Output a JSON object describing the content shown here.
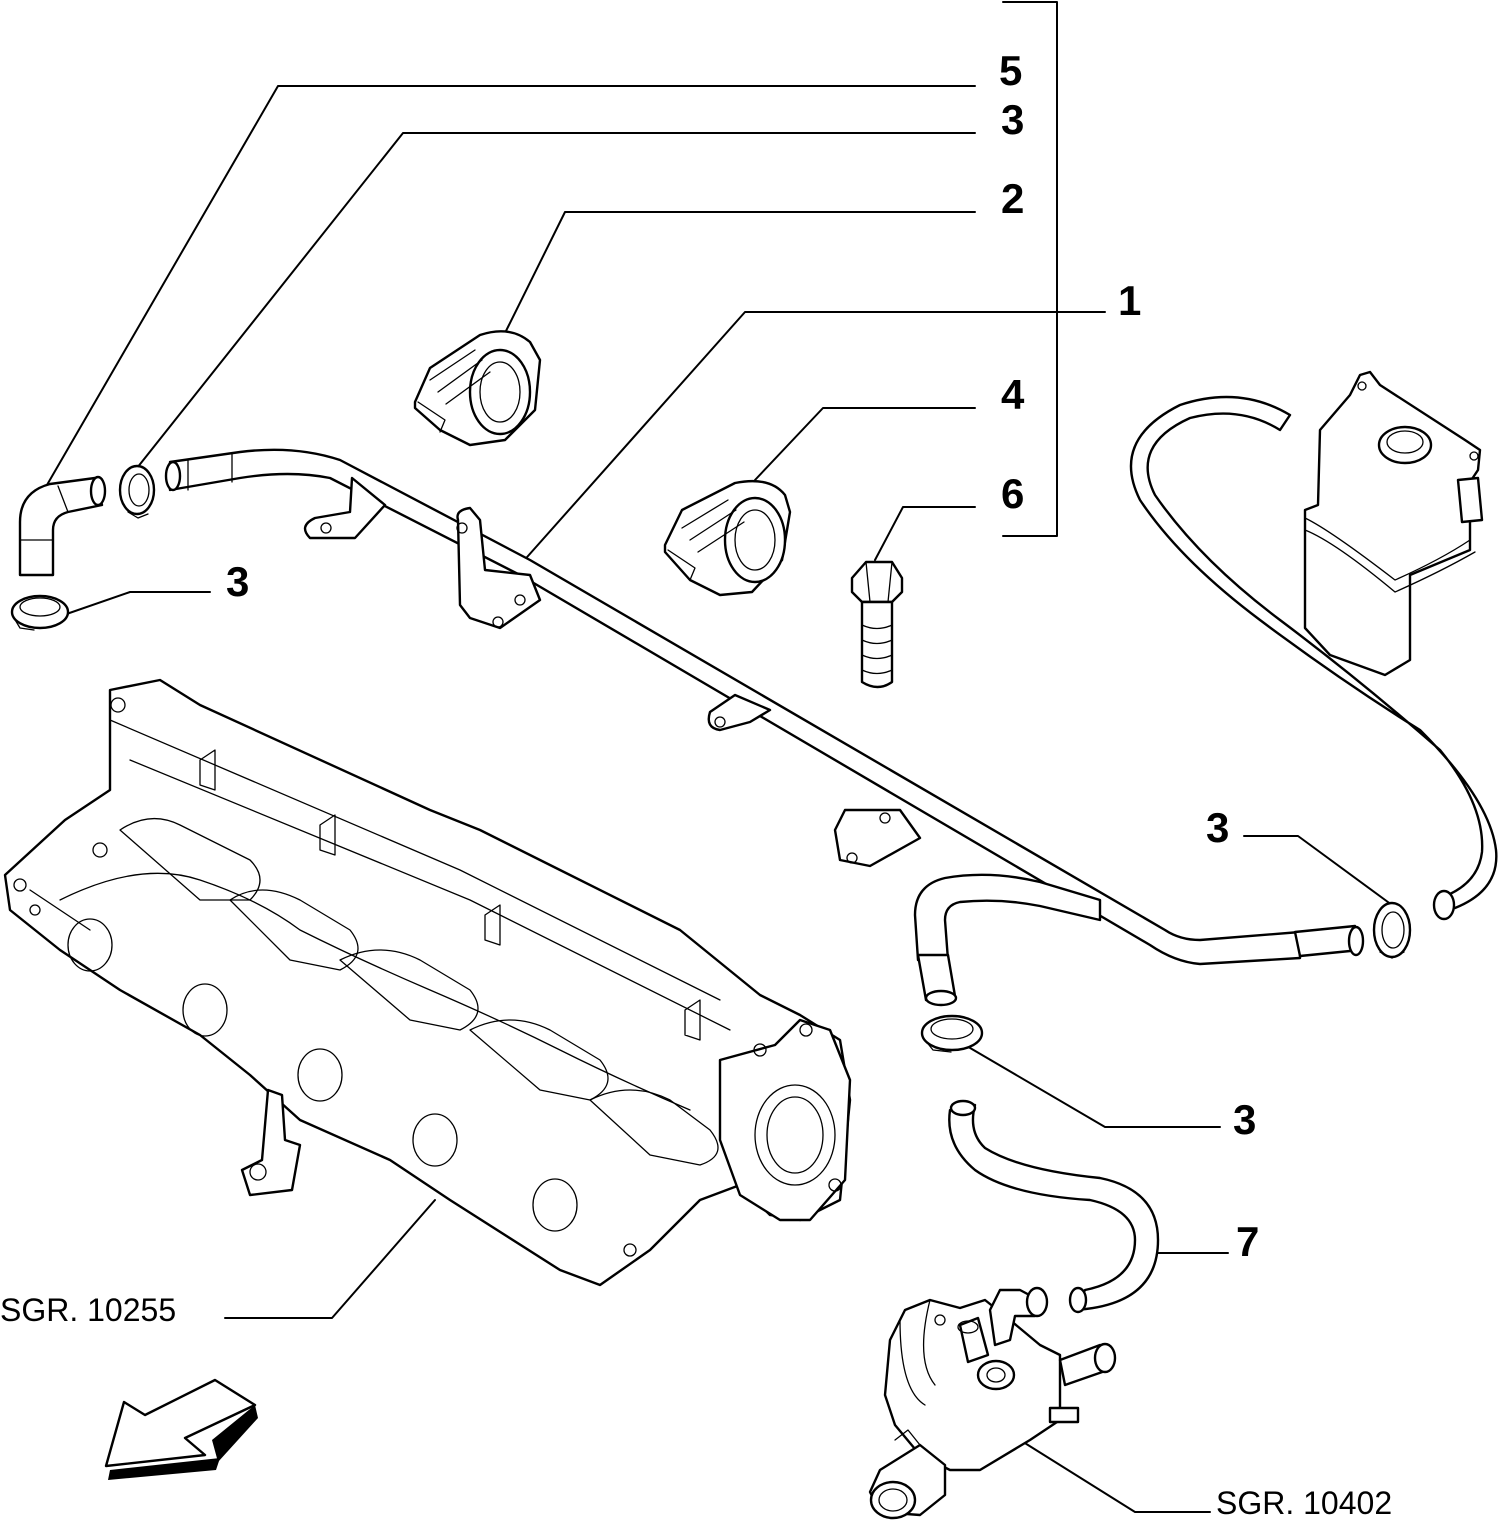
{
  "callouts": {
    "c5": "5",
    "c3_top": "3",
    "c2": "2",
    "c1": "1",
    "c4": "4",
    "c6": "6",
    "c3_left": "3",
    "c3_right": "3",
    "c3_bottom": "3",
    "c7": "7"
  },
  "references": {
    "manifold": "SGR. 10255",
    "thermostat": "SGR. 10402"
  },
  "icons": {
    "direction_arrow": "orientation-arrow-icon"
  }
}
